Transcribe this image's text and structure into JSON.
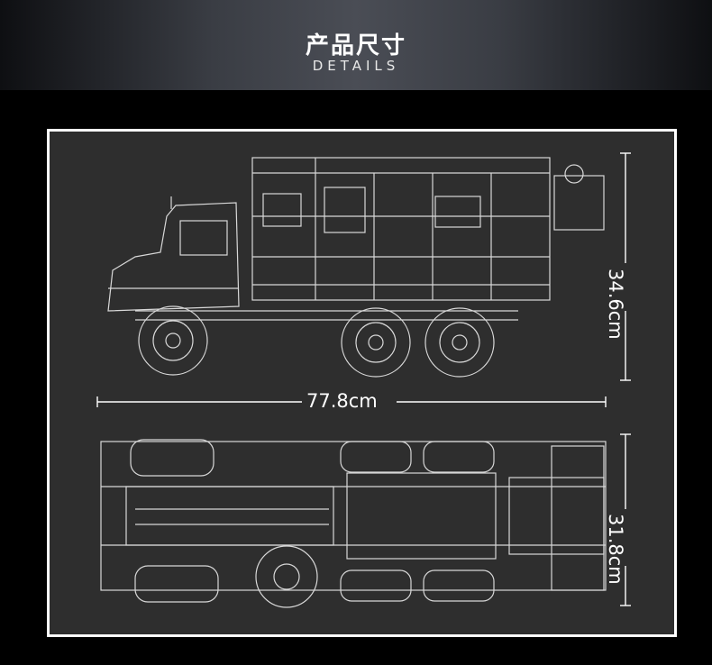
{
  "header": {
    "title_cn": "产品尺寸",
    "title_en": "DETAILS"
  },
  "dimensions": {
    "height": "34.6cm",
    "length": "77.8cm",
    "width": "31.8cm"
  },
  "colors": {
    "panel_bg": "#2e2e2e",
    "line": "#d8d8d8",
    "frame": "#ffffff"
  }
}
